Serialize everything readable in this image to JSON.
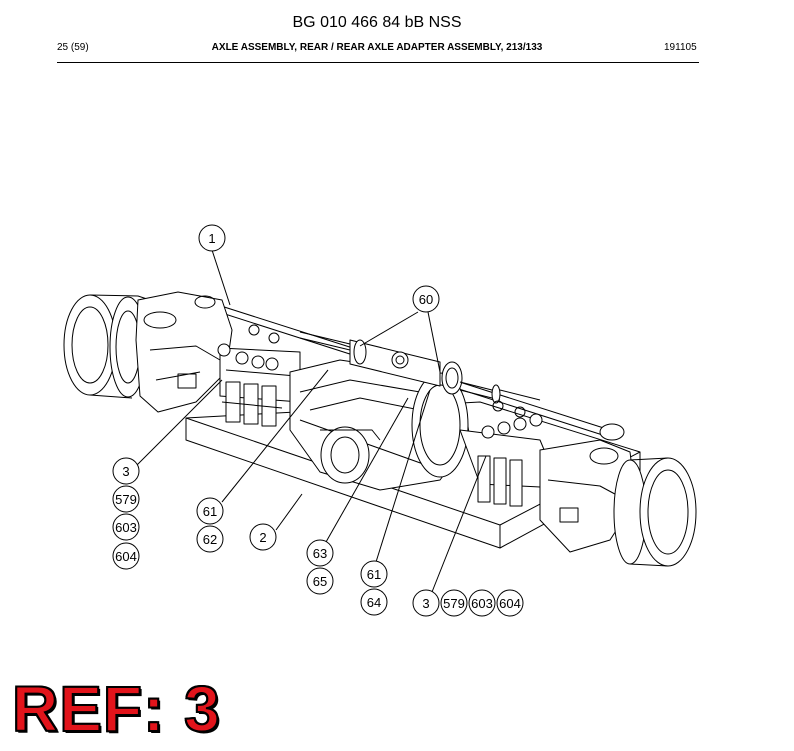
{
  "header": {
    "document_number": "BG 010 466 84 bB NSS",
    "page": "25 (59)",
    "section_title": "AXLE ASSEMBLY, REAR / REAR AXLE ADAPTER ASSEMBLY, 213/133",
    "date_code": "191105"
  },
  "callouts": [
    "1",
    "60",
    "3",
    "579",
    "603",
    "604",
    "61",
    "62",
    "2",
    "63",
    "65",
    "61",
    "64",
    "3",
    "579",
    "603",
    "604"
  ],
  "ref_label": "REF: 3",
  "colors": {
    "ref_label": "#e2141b",
    "line": "#000000"
  }
}
